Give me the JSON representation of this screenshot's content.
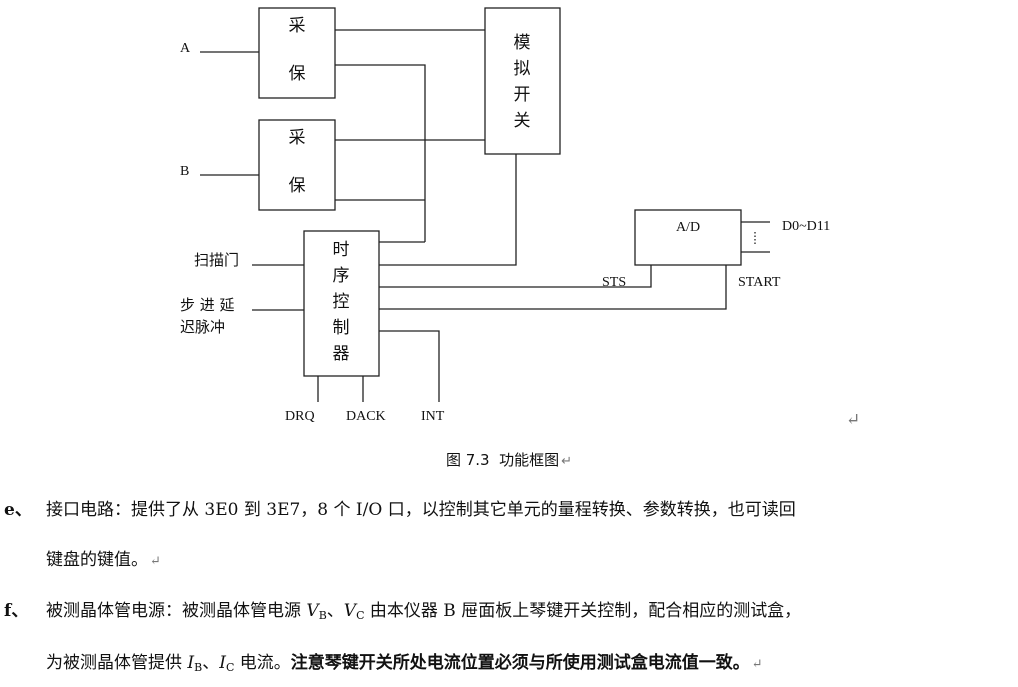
{
  "diagram": {
    "inputs": {
      "a": "A",
      "b": "B",
      "scan_gate": "扫描门",
      "step_delay": "步 进 延",
      "step_delay2": "迟脉冲"
    },
    "blocks": {
      "sh1": [
        "采",
        "保"
      ],
      "sh2": [
        "采",
        "保"
      ],
      "mux": [
        "模",
        "拟",
        "开",
        "关"
      ],
      "timing": [
        "时",
        "序",
        "控",
        "制",
        "器"
      ],
      "adc": "A/D"
    },
    "signals": {
      "data_bus": "D0~D11",
      "sts": "STS",
      "start": "START",
      "drq": "DRQ",
      "dack": "DACK",
      "int": "INT"
    },
    "return_mark": "↵"
  },
  "caption": {
    "label": "图 7.3",
    "title": "功能框图",
    "return_mark": "↵"
  },
  "items": {
    "e": {
      "marker": "e、",
      "line1": "接口电路：提供了从 3E0 到 3E7，8 个 I/O 口，以控制其它单元的量程转换、参数转换，也可读回",
      "line2": "键盘的键值。",
      "return_mark": "↵"
    },
    "f": {
      "marker": "f、",
      "l1_a": "被测晶体管电源：被测晶体管电源 ",
      "vb": "V",
      "vb_sub": "B",
      "sep1": "、",
      "vc": "V",
      "vc_sub": "C",
      "l1_b": " 由本仪器 B 屉面板上琴键开关控制，配合相应的测试盒，",
      "l2_a": "为被测晶体管提供 ",
      "ib": "I",
      "ib_sub": "B",
      "sep2": "、",
      "ic": "I",
      "ic_sub": "C",
      "l2_b": " 电流。",
      "l2_bold": "注意琴键开关所处电流位置必须与所使用测试盒电流值一致。",
      "return_mark": "↵"
    }
  }
}
